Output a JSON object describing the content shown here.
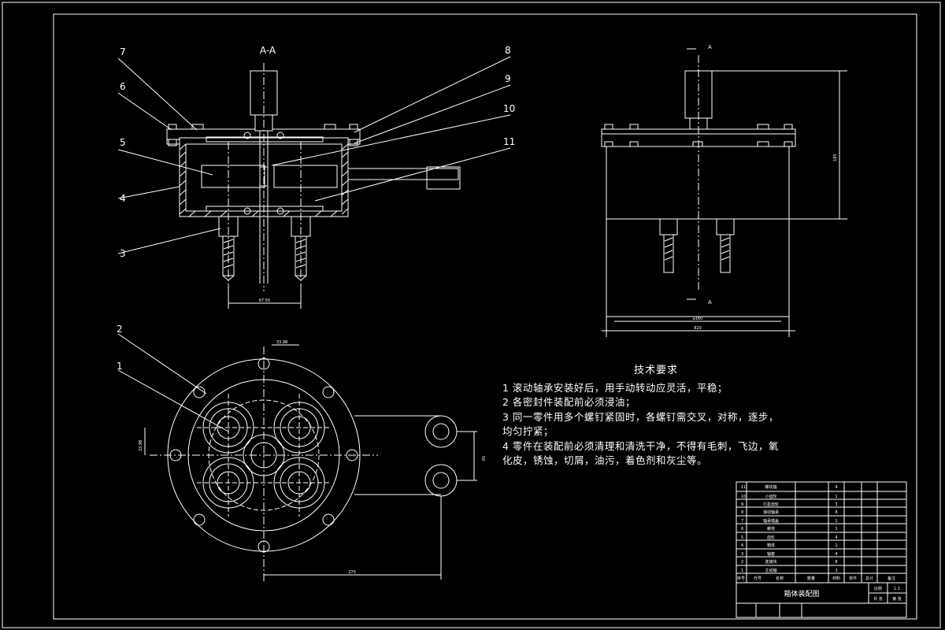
{
  "section_label": "A-A",
  "section_marks": [
    "A",
    "A"
  ],
  "callouts": [
    "1",
    "2",
    "3",
    "4",
    "5",
    "6",
    "7",
    "8",
    "9",
    "10",
    "11"
  ],
  "dimensions": {
    "bottom_spacing": "67.55",
    "top_center": "33.98",
    "left_center": "33.98",
    "arm_height": "50",
    "plate_width": "270",
    "right_height": "185",
    "right_inner_width": "⌀160",
    "right_outer_width": "820"
  },
  "tech_requirements": {
    "title": "技术要求",
    "lines": [
      "1 滚动轴承安装好后，用手动转动应灵活，平稳；",
      "2 各密封件装配前必须浸油；",
      "3 同一零件用多个螺钉紧固时，各螺钉需交叉，对称，逐步，",
      "均匀拧紧；",
      "4 零件在装配前必须清理和清洗干净，不得有毛刺，飞边，氧",
      "化皮，锈蚀，切屑，油污，着色剂和灰尘等。"
    ]
  },
  "parts_list": [
    {
      "no": "11",
      "name": "螺纹轴",
      "qty": "4"
    },
    {
      "no": "10",
      "name": "小齿轮",
      "qty": "1"
    },
    {
      "no": "9",
      "name": "行星齿轮",
      "qty": "3"
    },
    {
      "no": "8",
      "name": "滚动轴承",
      "qty": "8"
    },
    {
      "no": "7",
      "name": "轴承端盖",
      "qty": "1"
    },
    {
      "no": "6",
      "name": "螺栓",
      "qty": "1"
    },
    {
      "no": "5",
      "name": "齿轮",
      "qty": "4"
    },
    {
      "no": "4",
      "name": "箱体",
      "qty": "1"
    },
    {
      "no": "3",
      "name": "轴套",
      "qty": "4"
    },
    {
      "no": "2",
      "name": "连接块",
      "qty": "8"
    },
    {
      "no": "1",
      "name": "主动轴",
      "qty": "3"
    }
  ],
  "parts_header": [
    "序号",
    "代号",
    "名称",
    "数量",
    "材料",
    "单件",
    "总计",
    "备注"
  ],
  "title_block": {
    "title": "箱体装配图",
    "scale_label": "比例",
    "scale_value": "1:1",
    "sheet": [
      "共 张",
      "第 张"
    ]
  },
  "colors": {
    "background": "#000000",
    "lines": "#ffffff",
    "dims": "#ffffff"
  }
}
